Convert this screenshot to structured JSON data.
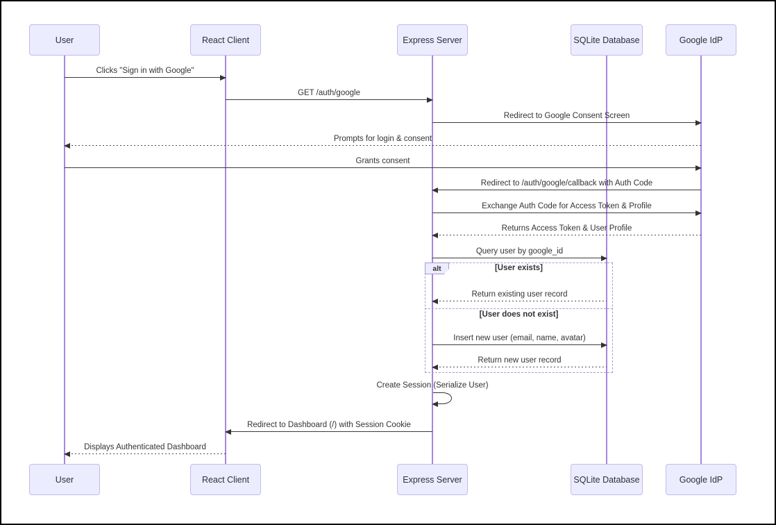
{
  "diagram": {
    "type": "sequence",
    "participants": [
      {
        "id": "user",
        "label": "User"
      },
      {
        "id": "react-client",
        "label": "React Client"
      },
      {
        "id": "express-server",
        "label": "Express Server"
      },
      {
        "id": "sqlite-database",
        "label": "SQLite Database"
      },
      {
        "id": "google-idp",
        "label": "Google IdP"
      }
    ],
    "messages": [
      {
        "from": "User",
        "to": "React Client",
        "line": "solid",
        "text": "Clicks \"Sign in with Google\""
      },
      {
        "from": "React Client",
        "to": "Express Server",
        "line": "solid",
        "text": "GET /auth/google"
      },
      {
        "from": "Express Server",
        "to": "Google IdP",
        "line": "solid",
        "text": "Redirect to Google Consent Screen"
      },
      {
        "from": "Google IdP",
        "to": "User",
        "line": "dotted",
        "text": "Prompts for login & consent"
      },
      {
        "from": "User",
        "to": "Google IdP",
        "line": "solid",
        "text": "Grants consent"
      },
      {
        "from": "Google IdP",
        "to": "Express Server",
        "line": "solid",
        "text": "Redirect to /auth/google/callback with Auth Code"
      },
      {
        "from": "Express Server",
        "to": "Google IdP",
        "line": "solid",
        "text": "Exchange Auth Code for Access Token & Profile"
      },
      {
        "from": "Google IdP",
        "to": "Express Server",
        "line": "dotted",
        "text": "Returns Access Token & User Profile"
      },
      {
        "from": "Express Server",
        "to": "SQLite Database",
        "line": "solid",
        "text": "Query user by google_id"
      },
      {
        "from": "SQLite Database",
        "to": "Express Server",
        "line": "dotted",
        "text": "Return existing user record"
      },
      {
        "from": "Express Server",
        "to": "SQLite Database",
        "line": "solid",
        "text": "Insert new user (email, name, avatar)"
      },
      {
        "from": "SQLite Database",
        "to": "Express Server",
        "line": "dotted",
        "text": "Return new user record"
      },
      {
        "from": "Express Server",
        "to": "Express Server",
        "line": "self",
        "text": "Create Session (Serialize User)"
      },
      {
        "from": "Express Server",
        "to": "React Client",
        "line": "solid",
        "text": "Redirect to Dashboard (/) with Session Cookie"
      },
      {
        "from": "React Client",
        "to": "User",
        "line": "dotted",
        "text": "Displays Authenticated Dashboard"
      }
    ],
    "alt": {
      "label": "alt",
      "conditions": [
        "[User exists]",
        "[User does not exist]"
      ]
    },
    "colors": {
      "actor_fill": "#ECECFF",
      "actor_border": "#C2BAEC",
      "lifeline": "#A885E0",
      "arrow": "#333333",
      "frame_border": "#A49BD1",
      "background": "#FFFFFF"
    }
  }
}
